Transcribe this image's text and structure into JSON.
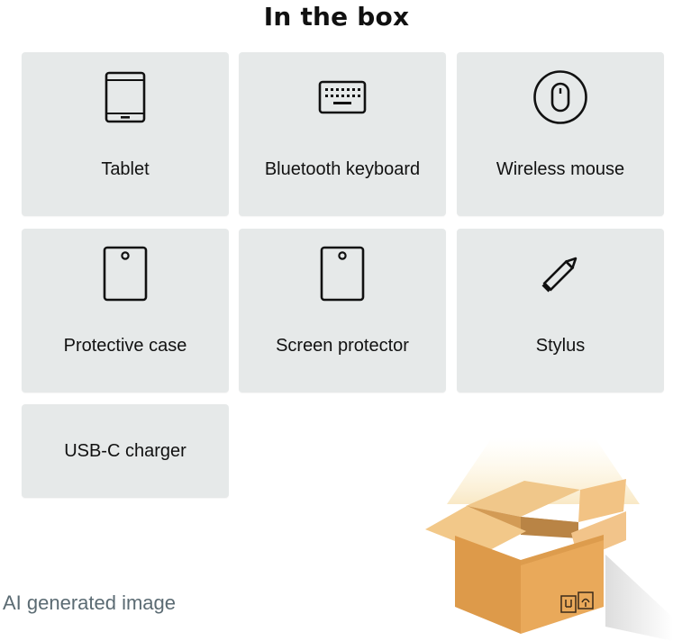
{
  "page": {
    "title": "In the box"
  },
  "items": [
    {
      "label": "Tablet",
      "icon": "tablet-icon"
    },
    {
      "label": "Bluetooth keyboard",
      "icon": "keyboard-icon"
    },
    {
      "label": "Wireless mouse",
      "icon": "mouse-icon"
    },
    {
      "label": "Protective case",
      "icon": "case-icon"
    },
    {
      "label": "Screen protector",
      "icon": "screen-protector-icon"
    },
    {
      "label": "Stylus",
      "icon": "stylus-icon"
    },
    {
      "label": "USB-C charger",
      "icon": ""
    }
  ],
  "footer": {
    "note": "AI generated image"
  },
  "colors": {
    "card_bg": "#e6e9e9",
    "text": "#111111",
    "note": "#5b6b73",
    "box_main": "#e7a552",
    "box_light": "#f0be7b",
    "box_dark": "#c98a3f"
  }
}
